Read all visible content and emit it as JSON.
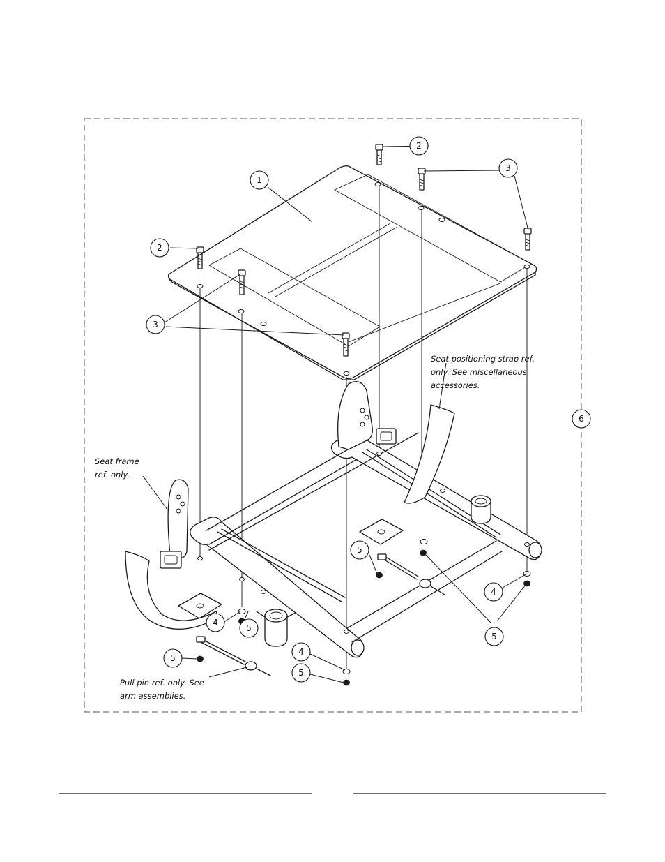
{
  "callouts": {
    "c1": "1",
    "c2a": "2",
    "c2b": "2",
    "c3a": "3",
    "c3b": "3",
    "c4a": "4",
    "c4b": "4",
    "c4c": "4",
    "c5a": "5",
    "c5b": "5",
    "c5c": "5",
    "c5d": "5",
    "c5e": "5",
    "c6": "6"
  },
  "notes": {
    "seat_strap": [
      "Seat positioning strap ref.",
      "only. See miscellaneous",
      "accessories."
    ],
    "seat_frame": [
      "Seat frame",
      "ref. only."
    ],
    "pull_pin": [
      "Pull pin ref. only. See",
      "arm assemblies."
    ]
  }
}
